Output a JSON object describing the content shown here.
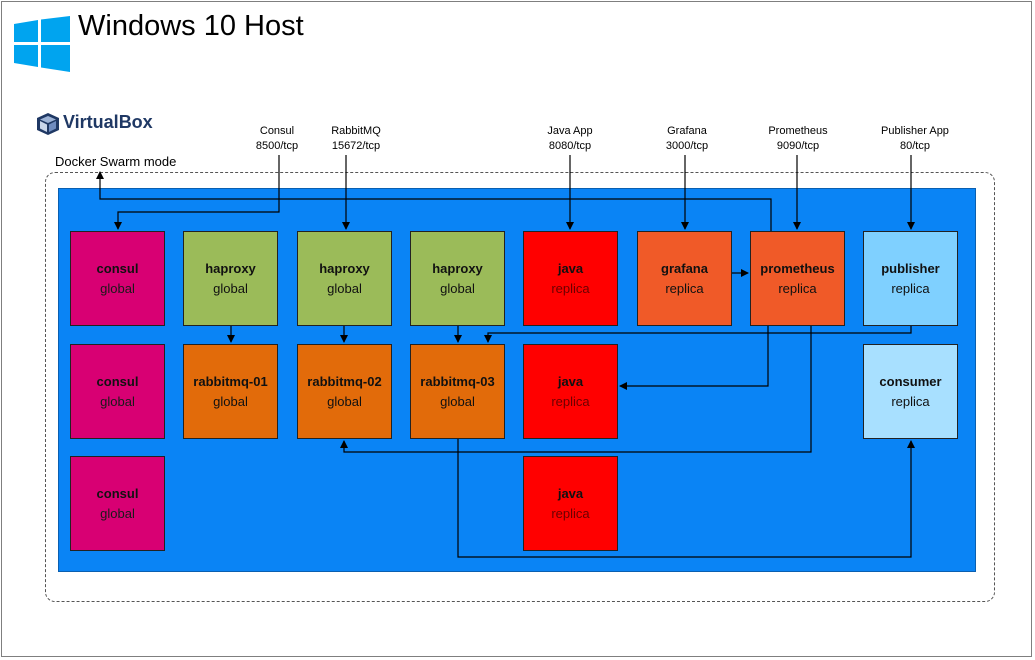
{
  "header": {
    "title": "Windows 10 Host"
  },
  "virtualbox": {
    "label": "VirtualBox"
  },
  "swarm": {
    "label": "Docker Swarm mode"
  },
  "ports": [
    {
      "name": "Consul",
      "port": "8500/tcp"
    },
    {
      "name": "RabbitMQ",
      "port": "15672/tcp"
    },
    {
      "name": "Java App",
      "port": "8080/tcp"
    },
    {
      "name": "Grafana",
      "port": "3000/tcp"
    },
    {
      "name": "Prometheus",
      "port": "9090/tcp"
    },
    {
      "name": "Publisher App",
      "port": "80/tcp"
    }
  ],
  "services": {
    "consul_1": {
      "name": "consul",
      "mode": "global"
    },
    "consul_2": {
      "name": "consul",
      "mode": "global"
    },
    "consul_3": {
      "name": "consul",
      "mode": "global"
    },
    "haproxy_1": {
      "name": "haproxy",
      "mode": "global"
    },
    "haproxy_2": {
      "name": "haproxy",
      "mode": "global"
    },
    "haproxy_3": {
      "name": "haproxy",
      "mode": "global"
    },
    "rabbitmq_01": {
      "name": "rabbitmq-01",
      "mode": "global"
    },
    "rabbitmq_02": {
      "name": "rabbitmq-02",
      "mode": "global"
    },
    "rabbitmq_03": {
      "name": "rabbitmq-03",
      "mode": "global"
    },
    "java_1": {
      "name": "java",
      "mode": "replica"
    },
    "java_2": {
      "name": "java",
      "mode": "replica"
    },
    "java_3": {
      "name": "java",
      "mode": "replica"
    },
    "grafana": {
      "name": "grafana",
      "mode": "replica"
    },
    "prometheus": {
      "name": "prometheus",
      "mode": "replica"
    },
    "publisher": {
      "name": "publisher",
      "mode": "replica"
    },
    "consumer": {
      "name": "consumer",
      "mode": "replica"
    }
  },
  "icons": {
    "windows": "windows-logo-icon",
    "virtualbox": "virtualbox-logo-icon"
  }
}
